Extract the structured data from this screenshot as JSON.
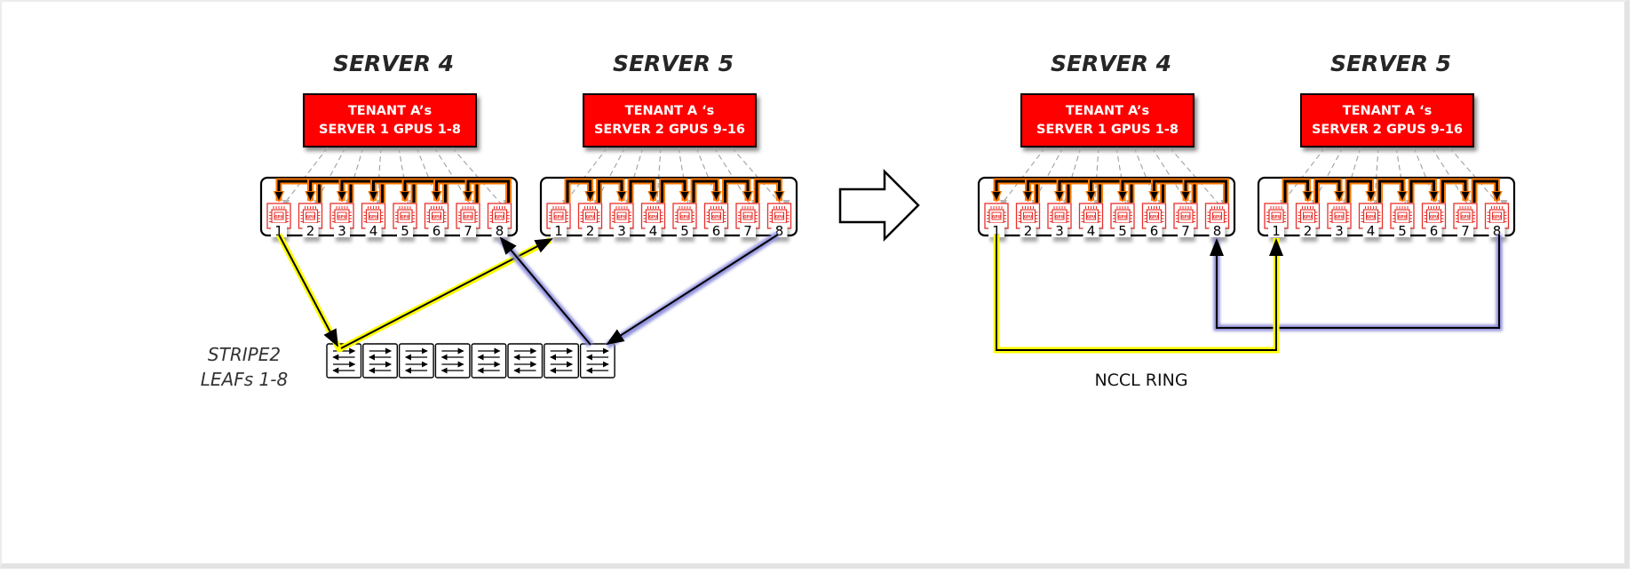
{
  "colors": {
    "tenant_fill": "#ff0000",
    "gpu_outline": "#e8302a",
    "loop_outline": "#ff7a00",
    "yellow_path": "#ffff00",
    "blue_path": "#8f8fd8",
    "dash": "#9a9a9a"
  },
  "left_panel": {
    "servers": [
      {
        "title": "SERVER 4",
        "tenant_line1": "TENANT A’s",
        "tenant_line2": "SERVER 1 GPUS 1-8",
        "gpus": [
          "1",
          "2",
          "3",
          "4",
          "5",
          "6",
          "7",
          "8"
        ],
        "loop_direction": "right-to-left"
      },
      {
        "title": "SERVER 5",
        "tenant_line1": "TENANT A ‘s",
        "tenant_line2": "SERVER 2 GPUS 9-16",
        "gpus": [
          "1",
          "2",
          "3",
          "4",
          "5",
          "6",
          "7",
          "8"
        ],
        "loop_direction": "left-to-right"
      }
    ],
    "leaf_label_line1": "STRIPE2",
    "leaf_label_line2": "LEAFs 1-8",
    "leaf_count": 8,
    "paths": [
      {
        "name": "yellow-path",
        "from": "server4-gpu1",
        "via": "leaf-1",
        "to": "server5-gpu1"
      },
      {
        "name": "blue-path",
        "from": "server5-gpu8",
        "via": "leaf-8",
        "to": "server4-gpu8"
      }
    ]
  },
  "transition_arrow": "right-arrow-icon",
  "right_panel": {
    "servers": [
      {
        "title": "SERVER 4",
        "tenant_line1": "TENANT A’s",
        "tenant_line2": "SERVER 1 GPUS 1-8",
        "gpus": [
          "1",
          "2",
          "3",
          "4",
          "5",
          "6",
          "7",
          "8"
        ],
        "loop_direction": "right-to-left"
      },
      {
        "title": "SERVER 5",
        "tenant_line1": "TENANT A ‘s",
        "tenant_line2": "SERVER 2 GPUS 9-16",
        "gpus": [
          "1",
          "2",
          "3",
          "4",
          "5",
          "6",
          "7",
          "8"
        ],
        "loop_direction": "left-to-right"
      }
    ],
    "ring_label": "NCCL RING",
    "paths": [
      {
        "name": "yellow-ring-path",
        "from": "server4-gpu1",
        "to": "server5-gpu1"
      },
      {
        "name": "blue-ring-path",
        "from": "server5-gpu8",
        "to": "server4-gpu8"
      }
    ]
  },
  "gpu_chip_label": "GPU"
}
